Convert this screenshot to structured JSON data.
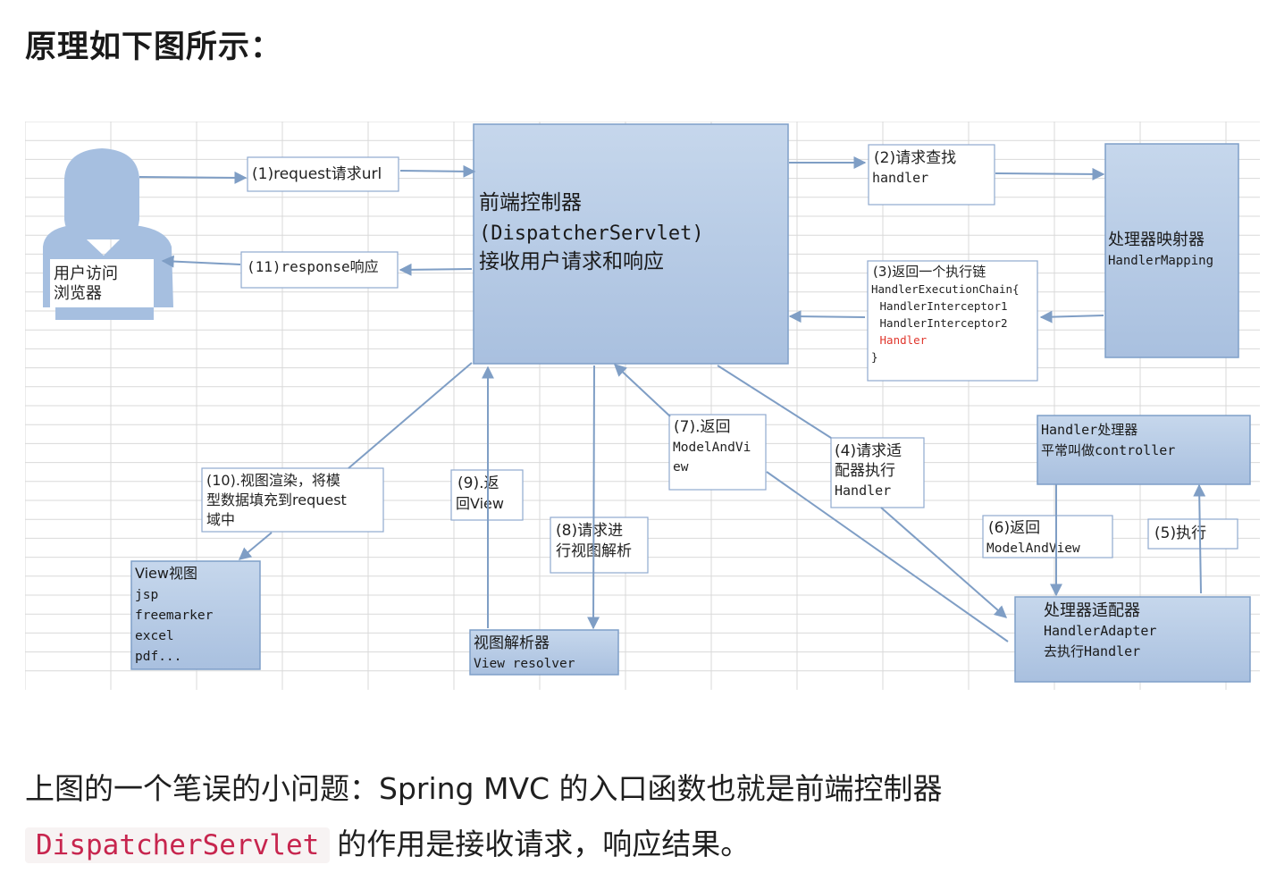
{
  "heading": "原理如下图所示：",
  "diagram": {
    "browser_label": [
      "用户访问",
      "浏览器"
    ],
    "request_label": "(1)request请求url",
    "response_label": "(11)response响应",
    "dispatcher": [
      "前端控制器",
      "(DispatcherServlet)",
      "接收用户请求和响应"
    ],
    "step2": [
      "(2)请求查找",
      "handler"
    ],
    "handler_mapping": [
      "处理器映射器",
      "HandlerMapping"
    ],
    "step3": [
      "(3)返回一个执行链",
      "HandlerExecutionChain{",
      " HandlerInterceptor1",
      " HandlerInterceptor2",
      " Handler",
      "}"
    ],
    "handler_box": [
      "Handler处理器",
      "平常叫做controller"
    ],
    "step4": [
      "(4)请求适",
      "配器执行",
      "Handler"
    ],
    "step5": "(5)执行",
    "step6": [
      "(6)返回",
      "ModelAndView"
    ],
    "adapter": [
      "处理器适配器",
      "HandlerAdapter",
      "去执行Handler"
    ],
    "step7": [
      "(7).返回",
      "ModelAndVi",
      "ew"
    ],
    "step8": [
      "(8)请求进",
      "行视图解析"
    ],
    "step9": [
      "(9).返",
      "回View"
    ],
    "step10": [
      "(10).视图渲染，将模",
      "型数据填充到request",
      "域中"
    ],
    "view_box": [
      "View视图",
      "jsp",
      "freemarker",
      "excel",
      "pdf..."
    ],
    "resolver": [
      "视图解析器",
      "View resolver"
    ],
    "colors": {
      "box_fill": "#b3c8e4",
      "box_stroke": "#7f9fc8",
      "arrow": "#7f9ec5",
      "grid": "#d9d9d9",
      "highlight": "#e0362c"
    }
  },
  "para1": "上图的一个笔误的小问题：Spring MVC 的入口函数也就是前端控制器",
  "para2_code": "DispatcherServlet",
  "para2_text": "的作用是接收请求，响应结果。"
}
